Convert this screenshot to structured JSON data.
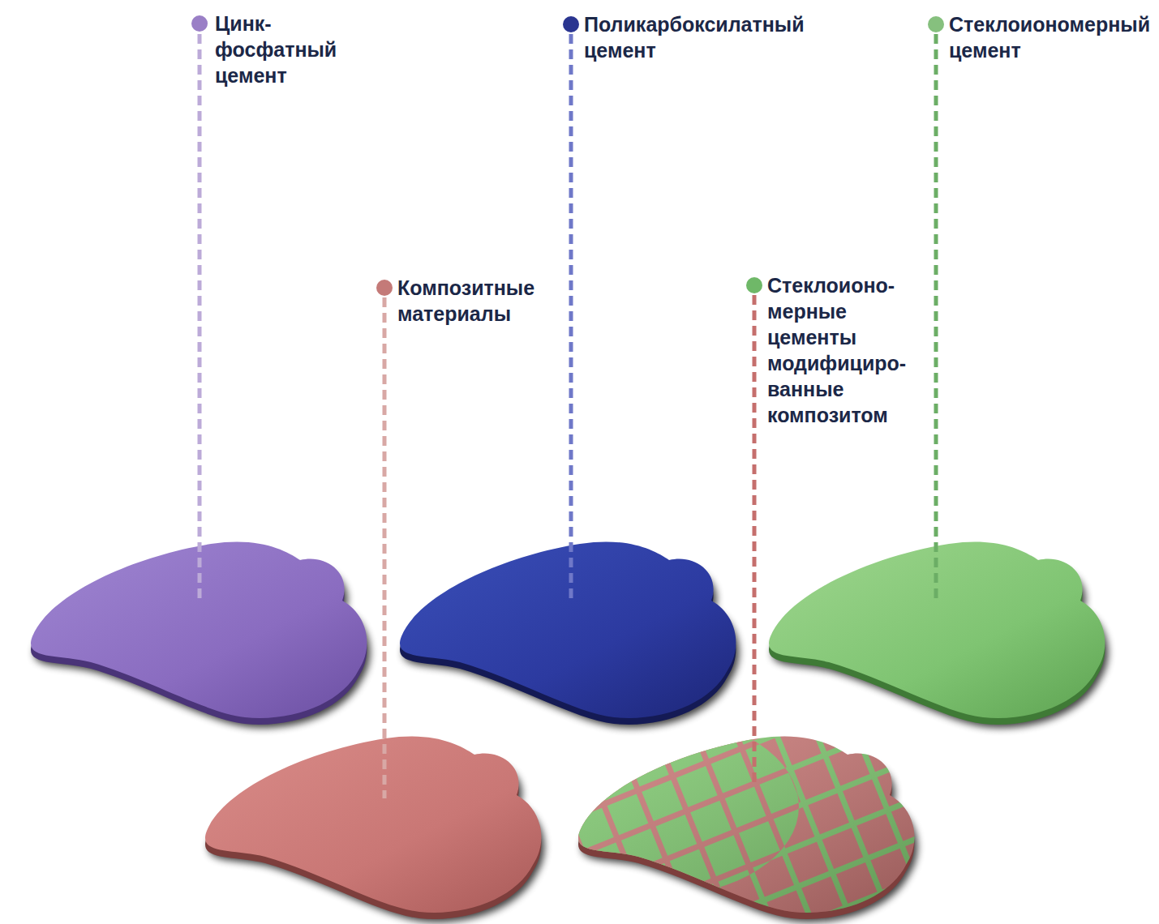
{
  "diagram": {
    "labels": [
      "Цинк- фосфатный цемент",
      "Поликарбоксилатный цемент",
      "Стеклоиономерный цемент",
      "Композитные материалы",
      "Стеклоионо- мерные цементы модифициро- ванные композитом"
    ]
  }
}
